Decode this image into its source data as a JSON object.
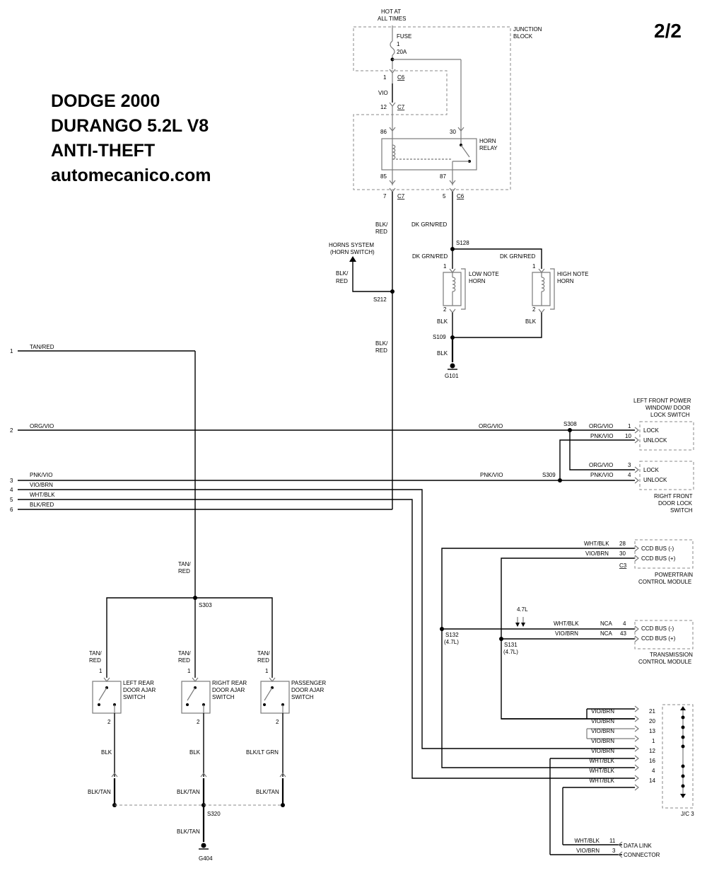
{
  "page_number": "2/2",
  "title": {
    "line1": "DODGE 2000",
    "line2": "DURANGO 5.2L V8",
    "line3": "ANTI-THEFT",
    "line4": "automecanico.com"
  },
  "labels": {
    "hot1": "HOT AT",
    "hot2": "ALL TIMES",
    "fuse1": "FUSE",
    "fuse2": "1",
    "fuse3": "20A",
    "jb1": "JUNCTION",
    "jb2": "BLOCK",
    "c6_pin_top": "1",
    "c6_top": "C6",
    "vio": "VIO",
    "c7_pin_top": "12",
    "c7_top": "C7",
    "relay_86": "86",
    "relay_30": "30",
    "relay_85": "85",
    "relay_87": "87",
    "horn": "HORN",
    "relay": "RELAY",
    "c7_pin_bot": "7",
    "c7_bot": "C7",
    "c6_pin_bot": "5",
    "c6_bot": "C6",
    "blk_a": "BLK/",
    "red_a": "RED",
    "dkgrnred_a": "DK GRN/RED",
    "horns_sys1": "HORNS SYSTEM",
    "horns_sys2": "(HORN SWITCH)",
    "s128": "S128",
    "dkgrnred_b": "DK GRN/RED",
    "dkgrnred_c": "DK GRN/RED",
    "blk_b": "BLK/",
    "red_b": "RED",
    "low_pin1": "1",
    "low_horn1": "LOW NOTE",
    "low_horn2": "HORN",
    "high_pin1": "1",
    "high_horn1": "HIGH NOTE",
    "high_horn2": "HORN",
    "s212": "S212",
    "low_pin2": "2",
    "high_pin2": "2",
    "blk_c": "BLK",
    "blk_d": "BLK",
    "s109": "S109",
    "blk_e": "BLK",
    "g101": "G101",
    "blk_f": "BLK/",
    "red_f": "RED",
    "pin1": "1",
    "tanred": "TAN/RED",
    "lfp1": "LEFT FRONT POWER",
    "lfp2": "WINDOW/ DOOR",
    "lfp3": "LOCK SWITCH",
    "pin2": "2",
    "orgvio_a": "ORG/VIO",
    "orgvio_b": "ORG/VIO",
    "s308": "S308",
    "orgvio_c": "ORG/VIO",
    "lf_p1": "1",
    "lock_a": "LOCK",
    "pnkvio_a": "PNK/VIO",
    "lf_p10": "10",
    "unlock_a": "UNLOCK",
    "orgvio_d": "ORG/VIO",
    "rf_p3": "3",
    "lock_b": "LOCK",
    "pin3": "3",
    "pnkvio_b": "PNK/VIO",
    "pnkvio_c": "PNK/VIO",
    "s309": "S309",
    "pnkvio_d": "PNK/VIO",
    "rf_p4": "4",
    "unlock_b": "UNLOCK",
    "pin4": "4",
    "viobrn_a": "VIO/BRN",
    "rfd1": "RIGHT FRONT",
    "rfd2": "DOOR LOCK",
    "rfd3": "SWITCH",
    "pin5": "5",
    "whtblk_a": "WHT/BLK",
    "pin6": "6",
    "blkred": "BLK/RED",
    "whtblk_b": "WHT/BLK",
    "pcm_p28": "28",
    "ccd_neg_a": "CCD BUS (-)",
    "viobrn_b": "VIO/BRN",
    "pcm_p30": "30",
    "ccd_pos_a": "CCD BUS (+)",
    "c3": "C3",
    "pcm1": "POWERTRAIN",
    "pcm2": "CONTROL MODULE",
    "tan_a": "TAN/",
    "red_g": "RED",
    "s303": "S303",
    "l47": "4.7L",
    "whtblk_c": "WHT/BLK",
    "nca_a": "NCA",
    "tcm_p4": "4",
    "ccd_neg_b": "CCD BUS (-)",
    "s132": "S132",
    "s132b": "(4.7L)",
    "viobrn_c": "VIO/BRN",
    "nca_b": "NCA",
    "tcm_p43": "43",
    "ccd_pos_b": "CCD BUS (+)",
    "s131": "S131",
    "s131b": "(4.7L)",
    "tcm1": "TRANSMISSION",
    "tcm2": "CONTROL MODULE",
    "tan_b": "TAN/",
    "red_h": "RED",
    "tan_c": "TAN/",
    "red_i": "RED",
    "tan_d": "TAN/",
    "red_j": "RED",
    "sw1_p1": "1",
    "sw2_p1": "1",
    "sw3_p1": "1",
    "lr1": "LEFT REAR",
    "lr2": "DOOR AJAR",
    "lr3": "SWITCH",
    "rr1": "RIGHT REAR",
    "rr2": "DOOR AJAR",
    "rr3": "SWITCH",
    "pd1": "PASSENGER",
    "pd2": "DOOR AJAR",
    "pd3": "SWITCH",
    "jc_w1": "VIO/BRN",
    "jc_p1": "21",
    "jc_w2": "VIO/BRN",
    "jc_p2": "20",
    "jc_w3": "VIO/BRN",
    "jc_p3": "13",
    "sw1_p2": "2",
    "sw2_p2": "2",
    "sw3_p2": "2",
    "jc_w4": "VIO/BRN",
    "jc_p4": "1",
    "jc_w5": "VIO/BRN",
    "jc_p5": "12",
    "blk_g": "BLK",
    "blk_h": "BLK",
    "blkltgrn": "BLK/LT GRN",
    "jc_w6": "WHT/BLK",
    "jc_p6": "16",
    "jc_w7": "WHT/BLK",
    "jc_p7": "4",
    "jc_w8": "WHT/BLK",
    "jc_p8": "14",
    "blktan_a": "BLK/TAN",
    "blktan_b": "BLK/TAN",
    "blktan_c": "BLK/TAN",
    "jc3": "J/C 3",
    "s320": "S320",
    "blktan_d": "BLK/TAN",
    "dlc_w1": "WHT/BLK",
    "dlc_p1": "11",
    "dlc1": "DATA LINK",
    "dlc_w2": "VIO/BRN",
    "dlc_p2": "3",
    "dlc2": "CONNECTOR",
    "g404": "G404"
  }
}
